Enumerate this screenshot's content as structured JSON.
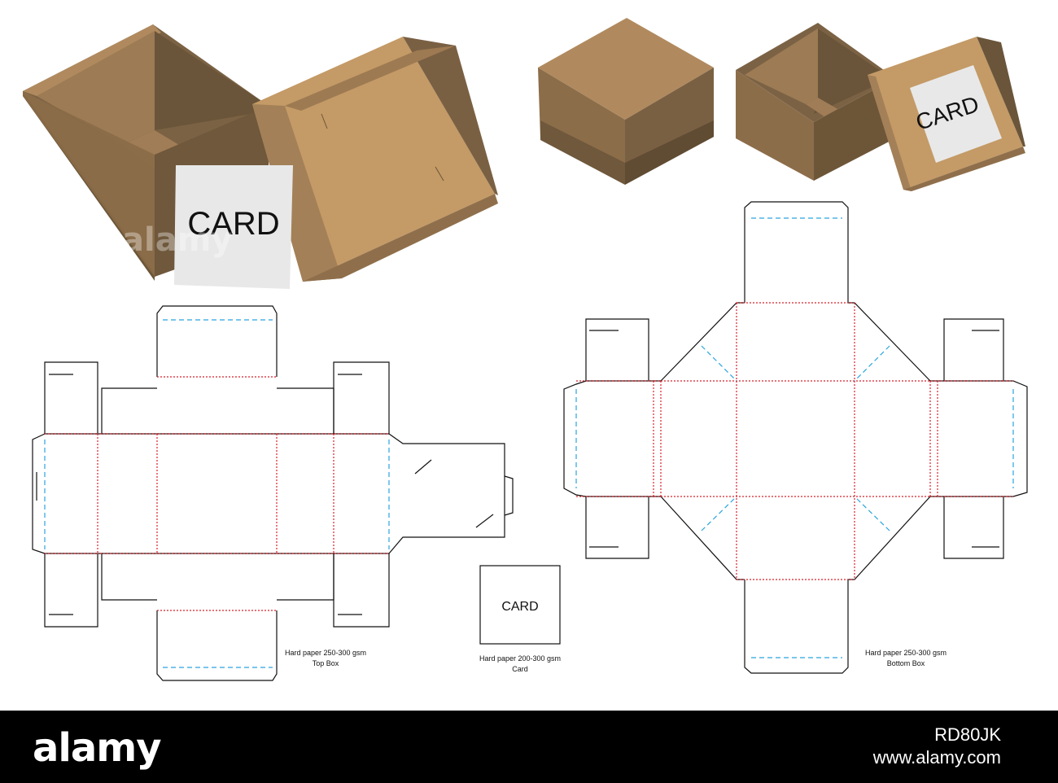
{
  "render": {
    "card_big": "CARD",
    "card_small_lid": "CARD",
    "card_net": "CARD",
    "top_box_spec": "Hard paper 250-300 gsm",
    "top_box_name": "Top Box",
    "card_spec": "Hard paper 200-300 gsm",
    "card_name": "Card",
    "bottom_box_spec": "Hard paper 250-300 gsm",
    "bottom_box_name": "Bottom Box",
    "watermark": "alamy"
  },
  "stock": {
    "logo": "alamy",
    "image_id": "RD80JK",
    "url": "www.alamy.com"
  },
  "colors": {
    "kraft_light": "#c49a66",
    "kraft_mid": "#a7845b",
    "kraft_dark": "#7b6244",
    "kraft_darker": "#6a553a",
    "card_fill": "#e8e8e8",
    "cut_line": "#111111",
    "crease_red": "#d8202a",
    "crease_blue": "#2ba4df"
  }
}
